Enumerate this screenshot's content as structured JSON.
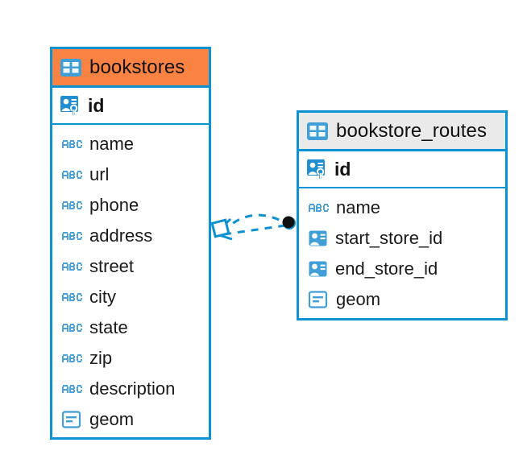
{
  "diagram": {
    "type": "entity-relationship-diagram",
    "background": "#ffffff",
    "colors": {
      "border_blue": "#0c92d2",
      "icon_blue": "#3f9fd6",
      "header_orange": "#fa8243",
      "header_gray": "#eaeaea",
      "text": "#111111",
      "connector": "#0c92d2",
      "endpoint_dot": "#111111"
    },
    "entities": [
      {
        "name": "bookstores",
        "header_color": "#fa8243",
        "table_icon": "table-icon",
        "primary_key": {
          "label": "id",
          "icon": "primary-key-icon"
        },
        "fields": [
          {
            "label": "name",
            "icon": "text-abc-icon"
          },
          {
            "label": "url",
            "icon": "text-abc-icon"
          },
          {
            "label": "phone",
            "icon": "text-abc-icon"
          },
          {
            "label": "address",
            "icon": "text-abc-icon"
          },
          {
            "label": "street",
            "icon": "text-abc-icon"
          },
          {
            "label": "city",
            "icon": "text-abc-icon"
          },
          {
            "label": "state",
            "icon": "text-abc-icon"
          },
          {
            "label": "zip",
            "icon": "text-abc-icon"
          },
          {
            "label": "description",
            "icon": "text-abc-icon"
          },
          {
            "label": "geom",
            "icon": "geometry-icon"
          }
        ]
      },
      {
        "name": "bookstore_routes",
        "header_color": "#eaeaea",
        "table_icon": "table-icon",
        "primary_key": {
          "label": "id",
          "icon": "primary-key-icon"
        },
        "fields": [
          {
            "label": "name",
            "icon": "text-abc-icon"
          },
          {
            "label": "start_store_id",
            "icon": "foreign-key-icon"
          },
          {
            "label": "end_store_id",
            "icon": "foreign-key-icon"
          },
          {
            "label": "geom",
            "icon": "geometry-icon"
          }
        ]
      }
    ],
    "relationship": {
      "from": "bookstores",
      "to": "bookstore_routes",
      "style": "dashed",
      "source_marker": "crows-foot-diamond",
      "target_marker": "filled-circle"
    }
  }
}
